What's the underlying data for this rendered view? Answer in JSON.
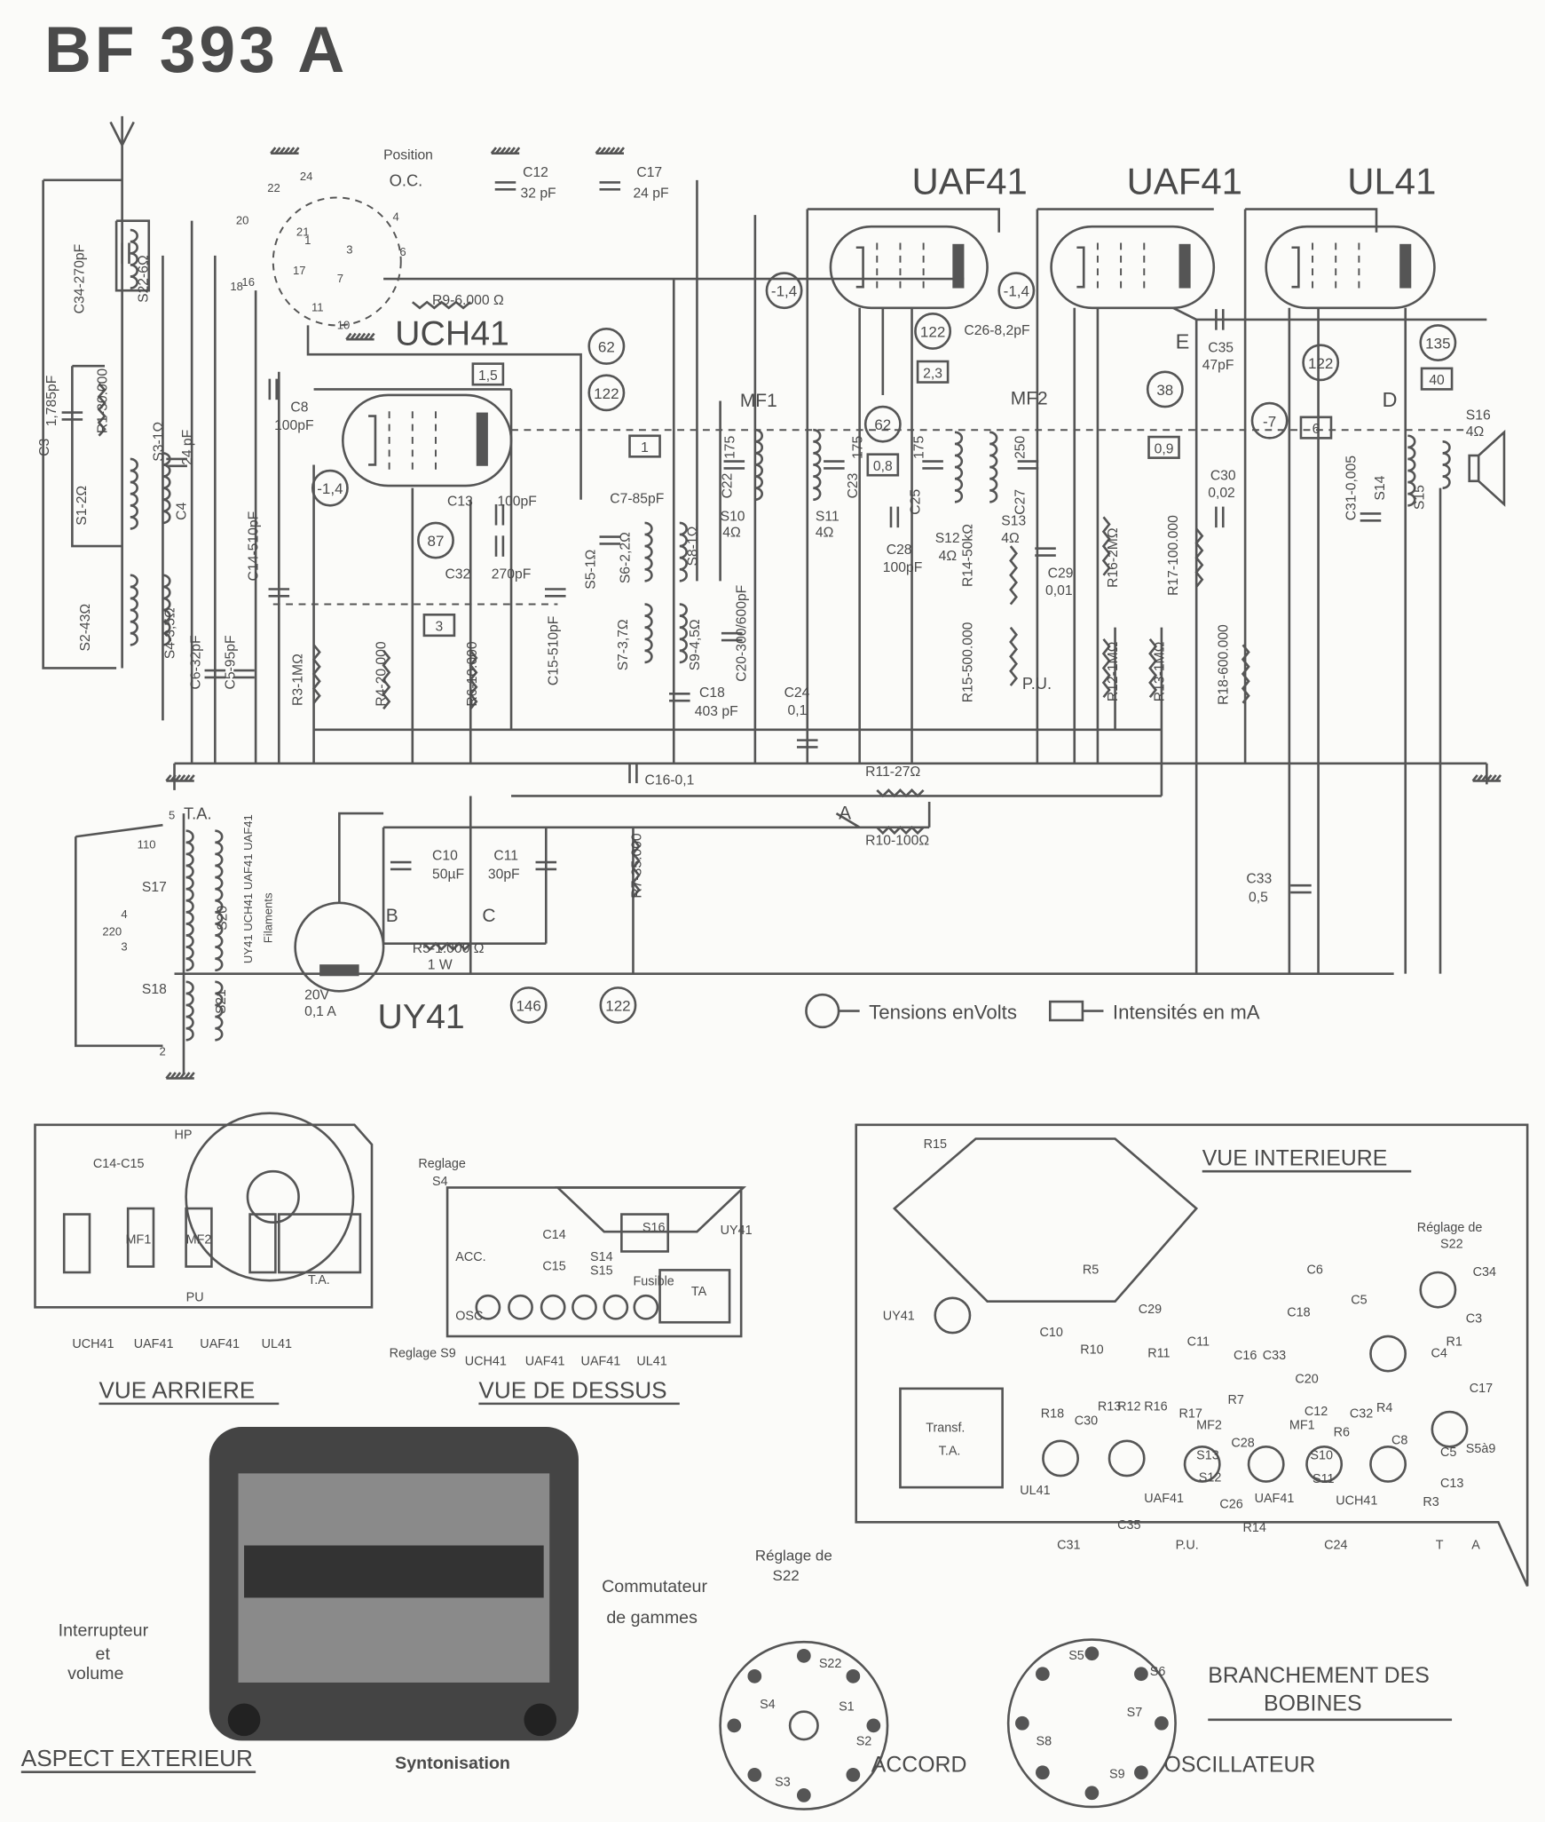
{
  "title": "BF 393 A",
  "tubes": [
    "UCH41",
    "UAF41",
    "UAF41",
    "UL41",
    "UY41"
  ],
  "schematic": {
    "labels": [
      "Position",
      "O.C.",
      "C12",
      "32 pF",
      "C17",
      "24 pF",
      "C34-270pF",
      "S22-6Ω",
      "R9-6.000 Ω",
      "C8",
      "100pF",
      "1,785pF",
      "R1-30.000",
      "C3",
      "S1-2Ω",
      "S3-1Ω",
      "24 pF",
      "C4",
      "C13",
      "100pF",
      "C32",
      "270pF",
      "C7-85pF",
      "S5-1Ω",
      "S6-2,2Ω",
      "S8-1Ω",
      "C14-510pF",
      "S2-43Ω",
      "S4-3,5Ω",
      "C6-32pF",
      "C5-95pF",
      "C15-510pF",
      "S7-3,7Ω",
      "S9-4,5Ω",
      "C20-300/600pF",
      "C18",
      "403 pF",
      "R3-1MΩ",
      "R4-20.000",
      "R6-10.000",
      "MF1",
      "175",
      "C22",
      "S10",
      "4Ω",
      "S11",
      "4Ω",
      "175",
      "C23",
      "C24",
      "0,1",
      "C26-8,2pF",
      "MF2",
      "175",
      "C25",
      "250",
      "C27",
      "C28",
      "100pF",
      "S12",
      "4Ω",
      "S13",
      "4Ω",
      "R14-50kΩ",
      "R15-500.000",
      "C29",
      "0,01",
      "R16-2MΩ",
      "P.U.",
      "R12-1MΩ",
      "R13-1MΩ",
      "E",
      "C35",
      "47pF",
      "C30",
      "0,02",
      "R17-100.000",
      "R18-600.000",
      "D",
      "S16",
      "4Ω",
      "C31-0,005",
      "S14",
      "S15",
      "C16-0,1",
      "R11-27Ω",
      "A",
      "R10-100Ω",
      "T.A.",
      "5",
      "110",
      "S17",
      "4",
      "220",
      "3",
      "S20",
      "UY41 UCH41 UAF41 UAF41",
      "Filaments",
      "S18",
      "2",
      "S21",
      "20V",
      "0,1 A",
      "C10",
      "50µF",
      "C11",
      "30pF",
      "R7-35.000",
      "B",
      "C",
      "R5-1.000 Ω",
      "1 W",
      "C33",
      "0,5",
      "24",
      "22",
      "20",
      "21",
      "1",
      "4",
      "3",
      "6",
      "18",
      "17",
      "7",
      "16",
      "11",
      "10"
    ],
    "voltages_v": [
      "62",
      "122",
      "-1,4",
      "87",
      "-1,4",
      "122",
      "62",
      "-1,4",
      "38",
      "-7",
      "122",
      "135",
      "146",
      "122"
    ],
    "currents_ma": [
      "1,5",
      "1",
      "3",
      "2,3",
      "0,8",
      "0,9",
      "6",
      "40"
    ],
    "legend": {
      "voltage": "Tensions enVolts",
      "current": "Intensités en mA"
    }
  },
  "vue_arriere": {
    "title": "VUE ARRIERE",
    "labels": [
      "C14-C15",
      "HP",
      "MF1",
      "MF2",
      "PU",
      "T.A.",
      "UCH41",
      "UAF41",
      "UAF41",
      "UL41"
    ]
  },
  "vue_dessus": {
    "title": "VUE DE DESSUS",
    "labels": [
      "Reglage",
      "S4",
      "ACC.",
      "C14",
      "C15",
      "S16",
      "S14",
      "S15",
      "UY41",
      "Fusible",
      "TA",
      "OSC",
      "Reglage S9",
      "UCH41",
      "UAF41",
      "UAF41",
      "UL41"
    ]
  },
  "aspect_exterieur": {
    "title": "ASPECT EXTERIEUR",
    "labels": [
      "Commutateur",
      "de gammes",
      "Interrupteur",
      "et",
      "volume",
      "Syntonisation"
    ]
  },
  "vue_interieure": {
    "title": "VUE INTERIEURE",
    "labels": [
      "R15",
      "Réglage de",
      "S22",
      "UY41",
      "C10",
      "R5",
      "C29",
      "R10",
      "R11",
      "C11",
      "C16",
      "C33",
      "C6",
      "C5",
      "C18",
      "C20",
      "C12",
      "C34",
      "C3",
      "C4",
      "R1",
      "C17",
      "S5à9",
      "C32",
      "R4",
      "R6",
      "C8",
      "C5",
      "C13",
      "Transf.",
      "T.A.",
      "R18",
      "C30",
      "R13",
      "R12",
      "R16",
      "R17",
      "MF2",
      "R7",
      "C28",
      "MF1",
      "S10",
      "S11",
      "S13",
      "S12",
      "UL41",
      "UAF41",
      "UAF41",
      "UCH41",
      "R3",
      "C26",
      "C35",
      "R14",
      "C31",
      "P.U.",
      "C24",
      "T",
      "A"
    ]
  },
  "bobines": {
    "title_line1": "BRANCHEMENT DES",
    "title_line2": "BOBINES",
    "reglage_line1": "Réglage de",
    "reglage_line2": "S22",
    "accord": {
      "title": "ACCORD",
      "labels": [
        "S22",
        "S1",
        "S4",
        "S2",
        "S3"
      ]
    },
    "oscillateur": {
      "title": "OSCILLATEUR",
      "labels": [
        "S5",
        "S6",
        "S7",
        "S8",
        "S9"
      ]
    }
  }
}
